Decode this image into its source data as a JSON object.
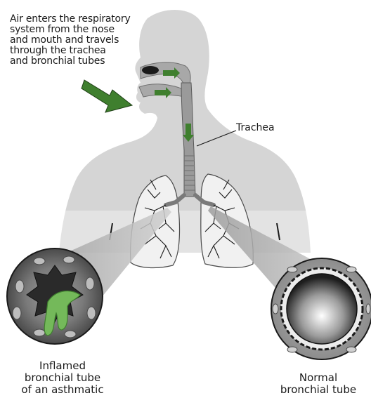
{
  "labels": {
    "intro_lines": [
      "Air enters the respiratory",
      "system from the nose",
      "and mouth and travels",
      "through the trachea",
      "and bronchial tubes"
    ],
    "trachea": "Trachea",
    "inflamed_lines": [
      "Inflamed",
      "bronchial tube",
      "of an asthmatic"
    ],
    "normal_lines": [
      "Normal",
      "bronchial tube"
    ]
  },
  "colors": {
    "silhouette": "#d7d7d7",
    "airway": "#9a9a9a",
    "arrow_green": "#3f7f2e",
    "mucus_green": "#74b95a",
    "outline": "#1a1a1a"
  }
}
